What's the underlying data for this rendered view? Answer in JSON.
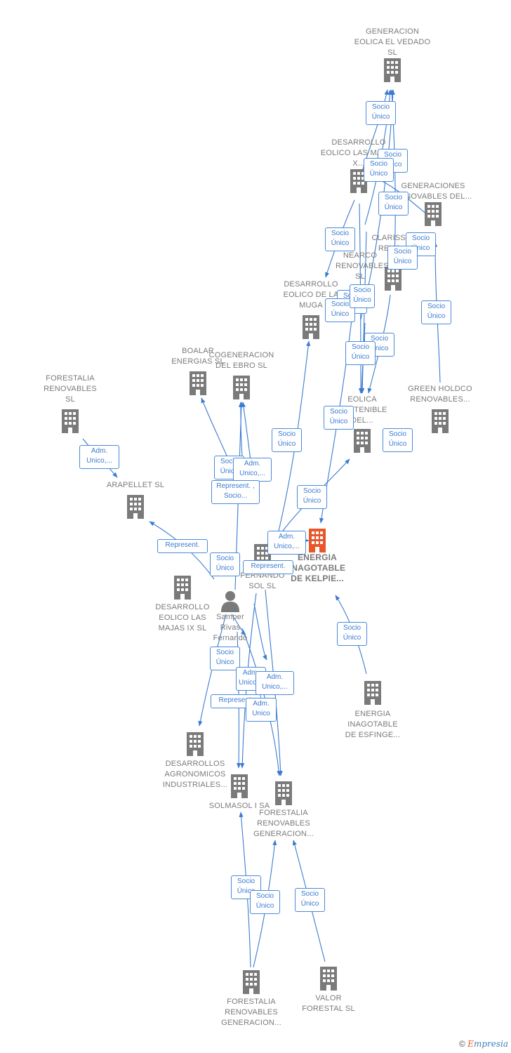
{
  "nodes": {
    "generacion_eolica_vedado": {
      "label": "GENERACION EOLICA EL VEDADO SL"
    },
    "desarrollo_eolico_majas_x": {
      "label": "DESARROLLO EOLICO LAS MAJAS X..."
    },
    "generaciones_renovables": {
      "label": "GENERACIONES RENOVABLES DEL..."
    },
    "clarissim": {
      "label": "CLARISSIM RENO..."
    },
    "nearco": {
      "label": "NEARCO RENOVABLES SL"
    },
    "desarrollo_muga": {
      "label": "DESARROLLO EOLICO DE LA MUGA"
    },
    "boalar": {
      "label": "BOALAR ENERGIAS SL"
    },
    "cogeneracion": {
      "label": "COGENERACION DEL EBRO SL"
    },
    "forestalia_renovables": {
      "label": "FORESTALIA RENOVABLES SL"
    },
    "eolica_sostenible": {
      "label": "EOLICA SOSTENIBLE DEL..."
    },
    "green_holdco": {
      "label": "GREEN HOLDCO RENOVABLES..."
    },
    "arapellet": {
      "label": "ARAPELLET SL"
    },
    "energia_kelpie": {
      "label": "ENERGIA INAGOTABLE DE KELPIE..."
    },
    "fernando_sol": {
      "label": "FERNANDO SOL SL"
    },
    "samper": {
      "label": "Samper Rivas Fernando"
    },
    "desarrollo_majas_ix": {
      "label": "DESARROLLO EOLICO LAS MAJAS IX SL"
    },
    "energia_esfinge": {
      "label": "ENERGIA INAGOTABLE DE ESFINGE..."
    },
    "desarrollos_agronomicos": {
      "label": "DESARROLLOS AGRONOMICOS INDUSTRIALES..."
    },
    "solmasol": {
      "label": "SOLMASOL I SA"
    },
    "forestalia_generacion_1": {
      "label": "FORESTALIA RENOVABLES GENERACION..."
    },
    "forestalia_generacion_2": {
      "label": "FORESTALIA RENOVABLES GENERACION..."
    },
    "valor_forestal": {
      "label": "VALOR FORESTAL SL"
    }
  },
  "edge_labels": [
    {
      "text": "Socio Único"
    },
    {
      "text": "Socio Único"
    },
    {
      "text": "Socio Único"
    },
    {
      "text": "Socio Único"
    },
    {
      "text": "Socio Único"
    },
    {
      "text": "Socio Único"
    },
    {
      "text": "Socio Único"
    },
    {
      "text": "Socio Único"
    },
    {
      "text": "Socio Único"
    },
    {
      "text": "Socio Único"
    },
    {
      "text": "Socio Único"
    },
    {
      "text": "Socio Único"
    },
    {
      "text": "Socio Único"
    },
    {
      "text": "Socio Único"
    },
    {
      "text": "Socio Único"
    },
    {
      "text": "Adm. Unico,..."
    },
    {
      "text": "Socio Único"
    },
    {
      "text": "Adm. Unico,..."
    },
    {
      "text": "Represent. , Socio..."
    },
    {
      "text": "Socio Único"
    },
    {
      "text": "Adm. Unico,..."
    },
    {
      "text": "Represent."
    },
    {
      "text": "Socio Único"
    },
    {
      "text": "Represent."
    },
    {
      "text": "Socio Único"
    },
    {
      "text": "Socio Único"
    },
    {
      "text": "Adm. Unico,..."
    },
    {
      "text": "Adm. Unico,..."
    },
    {
      "text": "Represent."
    },
    {
      "text": "Adm. Unico"
    },
    {
      "text": "Socio Único"
    },
    {
      "text": "Socio Único"
    },
    {
      "text": "Socio Único"
    },
    {
      "text": "Socio Único"
    }
  ],
  "footer": {
    "copyright": "©",
    "brand_first": "E",
    "brand_rest": "mpresia"
  },
  "colors": {
    "edge": "#3b7bd0",
    "building": "#7a7a7a",
    "focus": "#e8562a"
  }
}
